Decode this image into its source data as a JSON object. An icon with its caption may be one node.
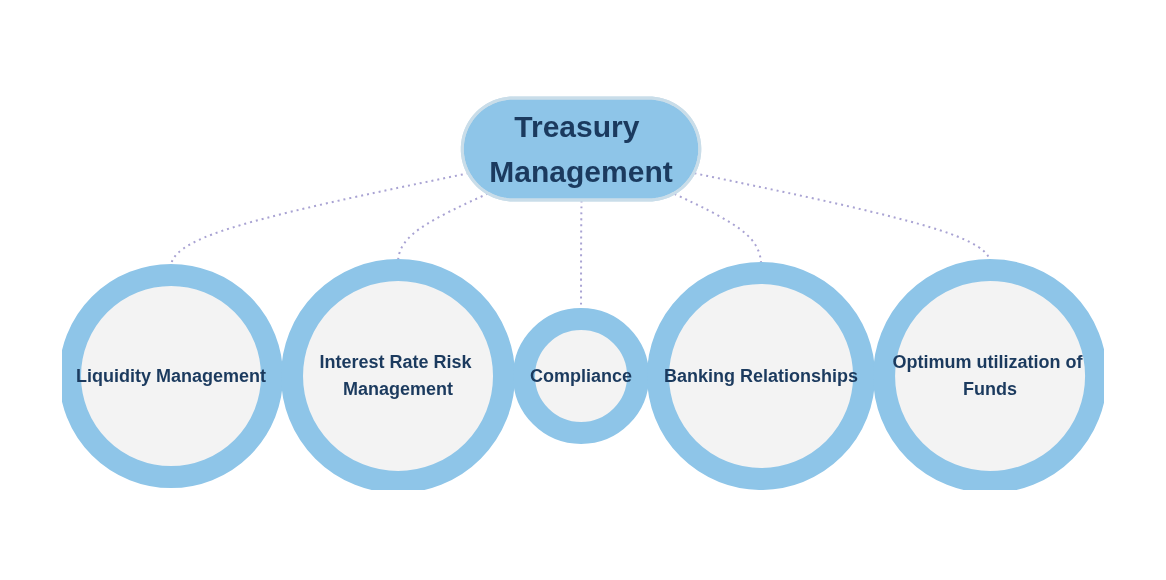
{
  "diagram": {
    "nodes": [
      {
        "text": [
          "Treasury Management"
        ]
      },
      {
        "text": [
          "Liquidity Management"
        ]
      },
      {
        "text": [
          "Interest Rate Risk Management"
        ]
      },
      {
        "text": [
          "Compliance"
        ]
      },
      {
        "text": [
          "Banking Relationships"
        ]
      },
      {
        "text": [
          "Optimum utilization of Funds"
        ]
      }
    ],
    "edges": [
      {
        "from": 0,
        "to": 1,
        "arrow": "none",
        "style": "dashed"
      },
      {
        "from": 0,
        "to": 2,
        "arrow": "none",
        "style": "dashed"
      },
      {
        "from": 0,
        "to": 3,
        "arrow": "none",
        "style": "dashed"
      },
      {
        "from": 0,
        "to": 4,
        "arrow": "none",
        "style": "dashed"
      },
      {
        "from": 0,
        "to": 5,
        "arrow": "none",
        "style": "dashed"
      }
    ]
  }
}
